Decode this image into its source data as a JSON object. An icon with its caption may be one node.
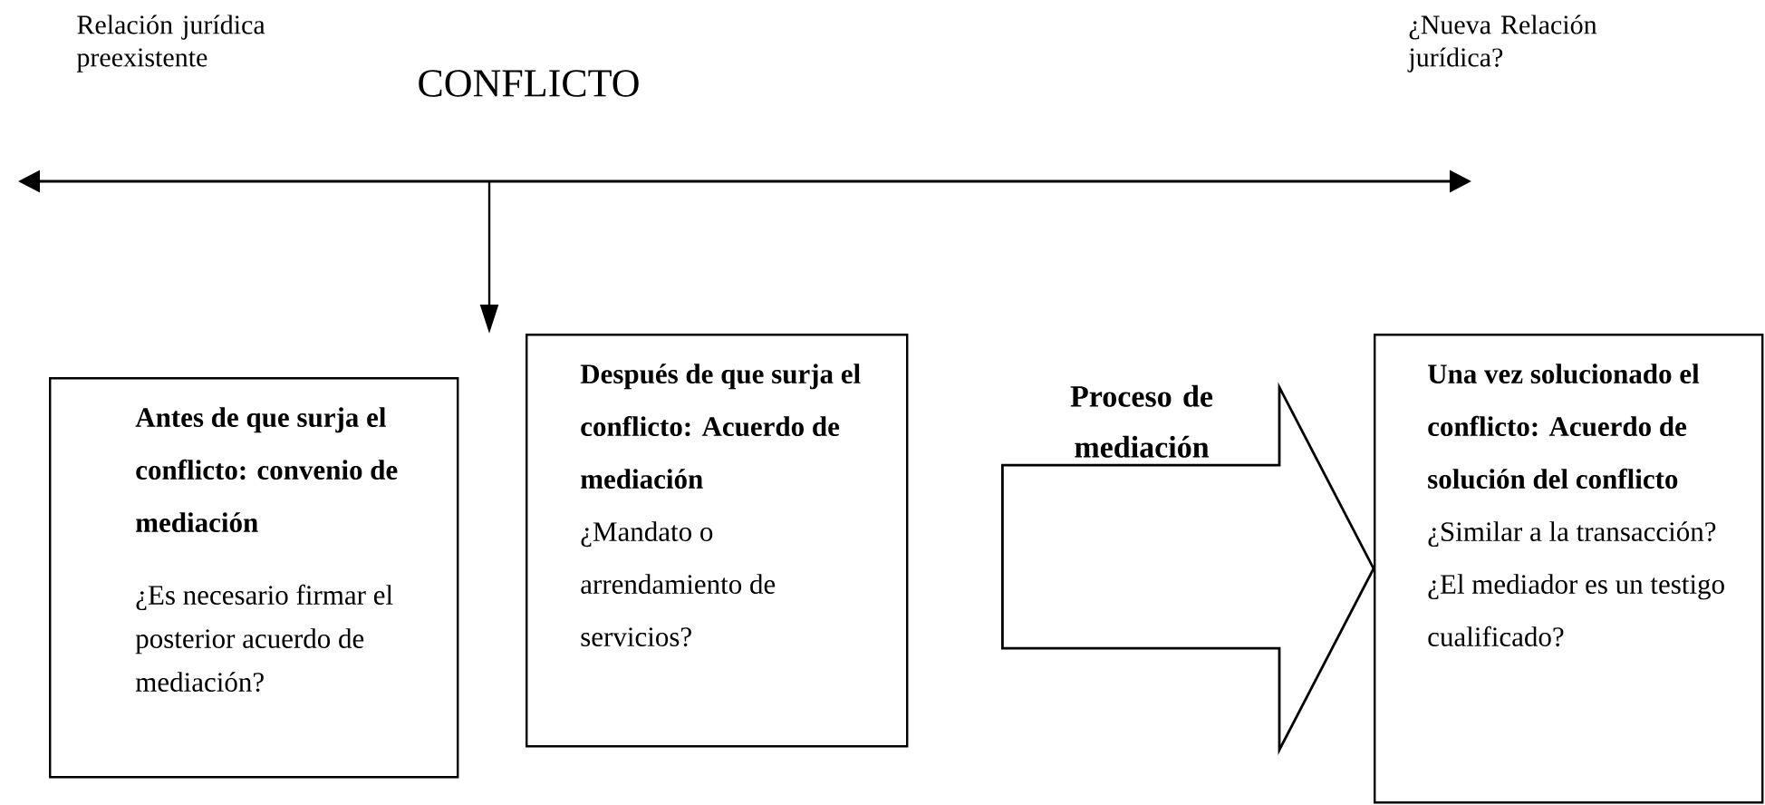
{
  "diagram": {
    "nodes": [
      {
        "text": [
          "Antes de que surja el conflicto: convenio de mediación",
          "¿Es necesario firmar el posterior acuerdo de mediación?"
        ]
      },
      {
        "text": [
          "Después de que surja el conflicto: Acuerdo de mediación",
          "¿Mandato o arrendamiento de servicios?"
        ]
      },
      {
        "text": [
          "Una vez solucionado el conflicto: Acuerdo de solución del conflicto",
          "¿Similar a la transacción?",
          "¿El mediador es un testigo cualificado?"
        ]
      }
    ],
    "edges": [
      {
        "from": 1,
        "to": 2,
        "arrow": "to",
        "label": "Proceso de mediación"
      }
    ],
    "labels": [
      "Relación jurídica preexistente",
      "CONFLICTO",
      "¿Nueva Relación jurídica?"
    ]
  }
}
